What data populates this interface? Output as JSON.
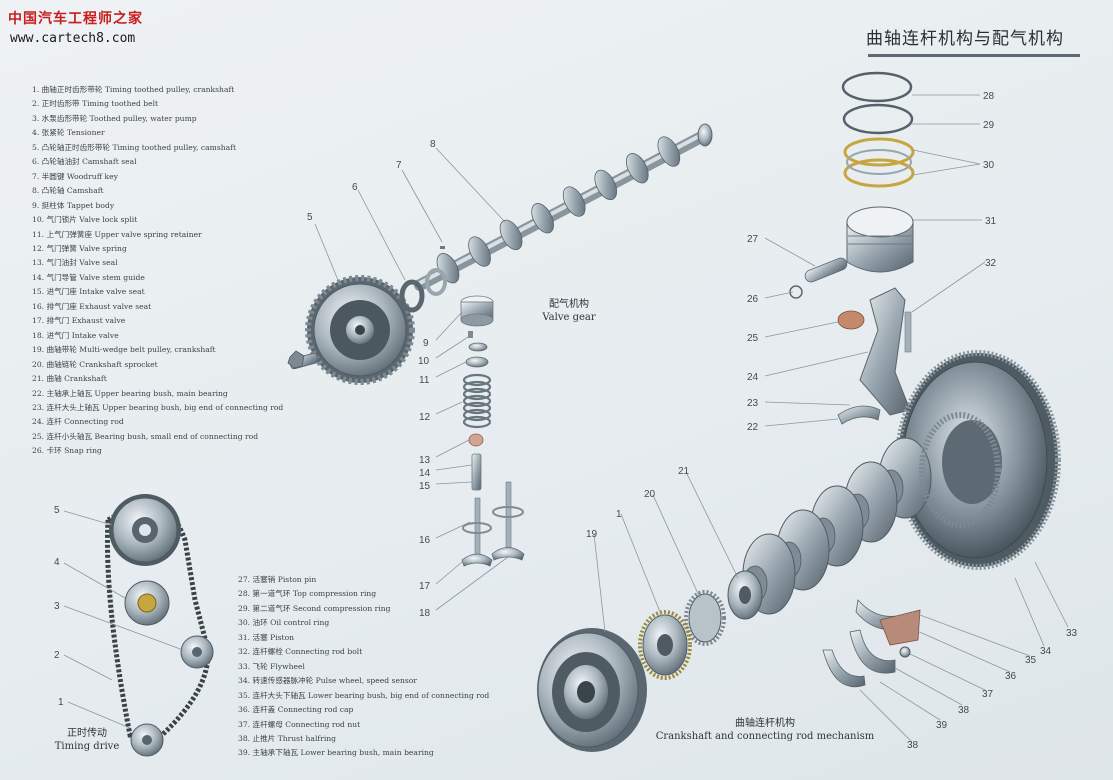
{
  "watermark": {
    "chinese": "中国汽车工程师之家",
    "url": "www.cartech8.com"
  },
  "title": "曲轴连杆机构与配气机构",
  "legend_left": [
    {
      "n": "1.",
      "zh": "曲轴正时齿形带轮",
      "en": "Timing toothed pulley, crankshaft"
    },
    {
      "n": "2.",
      "zh": "正时齿形带",
      "en": "Timing toothed belt"
    },
    {
      "n": "3.",
      "zh": "水泵齿形带轮",
      "en": "Toothed pulley, water pump"
    },
    {
      "n": "4.",
      "zh": "张紧轮",
      "en": "Tensioner"
    },
    {
      "n": "5.",
      "zh": "凸轮轴正时齿形带轮",
      "en": "Timing toothed pulley, camshaft"
    },
    {
      "n": "6.",
      "zh": "凸轮轴油封",
      "en": "Camshaft seal"
    },
    {
      "n": "7.",
      "zh": "半圆键",
      "en": "Woodruff key"
    },
    {
      "n": "8.",
      "zh": "凸轮轴",
      "en": "Camshaft"
    },
    {
      "n": "9.",
      "zh": "挺柱体",
      "en": "Tappet body"
    },
    {
      "n": "10.",
      "zh": "气门锁片",
      "en": "Valve lock split"
    },
    {
      "n": "11.",
      "zh": "上气门弹簧座",
      "en": "Upper valve spring retainer"
    },
    {
      "n": "12.",
      "zh": "气门弹簧",
      "en": "Valve spring"
    },
    {
      "n": "13.",
      "zh": "气门油封",
      "en": "Valve seal"
    },
    {
      "n": "14.",
      "zh": "气门导管",
      "en": "Valve stem guide"
    },
    {
      "n": "15.",
      "zh": "进气门座",
      "en": "Intake valve seat"
    },
    {
      "n": "16.",
      "zh": "排气门座",
      "en": "Exhaust valve seat"
    },
    {
      "n": "17.",
      "zh": "排气门",
      "en": "Exhaust valve"
    },
    {
      "n": "18.",
      "zh": "进气门",
      "en": "Intake valve"
    },
    {
      "n": "19.",
      "zh": "曲轴带轮",
      "en": "Multi-wedge belt pulley, crankshaft"
    },
    {
      "n": "20.",
      "zh": "曲轴链轮",
      "en": "Crankshaft sprocket"
    },
    {
      "n": "21.",
      "zh": "曲轴",
      "en": "Crankshaft"
    },
    {
      "n": "22.",
      "zh": "主轴承上轴瓦",
      "en": "Upper bearing bush, main bearing"
    },
    {
      "n": "23.",
      "zh": "连杆大头上轴瓦",
      "en": "Upper bearing bush, big end of connecting rod"
    },
    {
      "n": "24.",
      "zh": "连杆",
      "en": "Connecting rod"
    },
    {
      "n": "25.",
      "zh": "连杆小头轴瓦",
      "en": "Bearing bush, small end of connecting rod"
    },
    {
      "n": "26.",
      "zh": "卡环",
      "en": "Snap ring"
    }
  ],
  "legend_bottom": [
    {
      "n": "27.",
      "zh": "活塞销",
      "en": "Piston pin"
    },
    {
      "n": "28.",
      "zh": "第一道气环",
      "en": "Top compression ring"
    },
    {
      "n": "29.",
      "zh": "第二道气环",
      "en": "Second compression ring"
    },
    {
      "n": "30.",
      "zh": "油环",
      "en": "Oil control ring"
    },
    {
      "n": "31.",
      "zh": "活塞",
      "en": "Piston"
    },
    {
      "n": "32.",
      "zh": "连杆螺栓",
      "en": "Connecting rod bolt"
    },
    {
      "n": "33.",
      "zh": "飞轮",
      "en": "Flywheel"
    },
    {
      "n": "34.",
      "zh": "转速传感器脉冲轮",
      "en": "Pulse wheel, speed sensor"
    },
    {
      "n": "35.",
      "zh": "连杆大头下轴瓦",
      "en": "Lower bearing bush, big end of connecting rod"
    },
    {
      "n": "36.",
      "zh": "连杆盖",
      "en": "Connecting rod cap"
    },
    {
      "n": "37.",
      "zh": "连杆螺母",
      "en": "Connecting rod nut"
    },
    {
      "n": "38.",
      "zh": "止推片",
      "en": "Thrust halfring"
    },
    {
      "n": "39.",
      "zh": "主轴承下轴瓦",
      "en": "Lower bearing bush, main bearing"
    }
  ],
  "captions": {
    "valve_gear": {
      "zh": "配气机构",
      "en": "Valve gear"
    },
    "timing_drive": {
      "zh": "正时传动",
      "en": "Timing drive"
    },
    "crankshaft": {
      "zh": "曲轴连杆机构",
      "en": "Crankshaft and connecting rod mechanism"
    }
  },
  "callouts": {
    "valve": [
      "5",
      "6",
      "7",
      "8",
      "9",
      "10",
      "11",
      "12",
      "13",
      "14",
      "15",
      "16",
      "17",
      "18"
    ],
    "timing": [
      "5",
      "4",
      "3",
      "2",
      "1"
    ],
    "crank": [
      "28",
      "29",
      "30",
      "31",
      "32",
      "27",
      "26",
      "25",
      "24",
      "23",
      "22",
      "21",
      "20",
      "19",
      "1",
      "33",
      "34",
      "35",
      "36",
      "37",
      "38",
      "39",
      "38"
    ]
  }
}
